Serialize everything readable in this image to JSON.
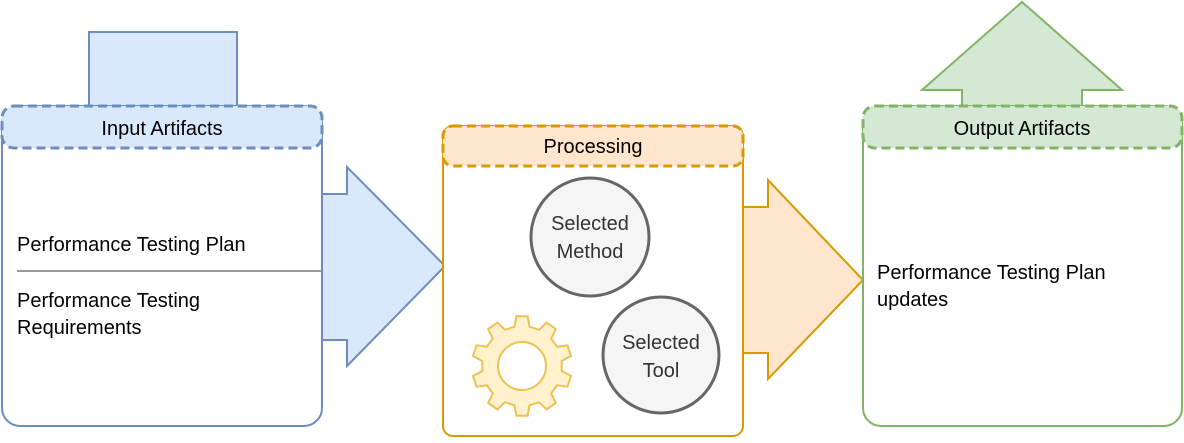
{
  "input": {
    "header": "Input Artifacts",
    "item_1": "Performance Testing Plan",
    "item_2_line1": "Performance Testing",
    "item_2_line2": "Requirements"
  },
  "processing": {
    "header": "Processing",
    "method_line1": "Selected",
    "method_line2": "Method",
    "tool_line1": "Selected",
    "tool_line2": "Tool",
    "gear_icon": "gear-icon"
  },
  "output": {
    "header": "Output Artifacts",
    "item_line1": "Performance Testing Plan",
    "item_line2": "updates"
  },
  "colors": {
    "blue_fill": "#dae8fc",
    "blue_stroke": "#6c8ebf",
    "orange_fill": "#ffe6cc",
    "orange_stroke": "#d79b00",
    "green_fill": "#d5e8d4",
    "green_stroke": "#82b366",
    "circle_fill": "#f5f5f5",
    "circle_stroke": "#666666",
    "gear_fill": "#fff2cc",
    "gear_stroke": "#f0c050"
  }
}
